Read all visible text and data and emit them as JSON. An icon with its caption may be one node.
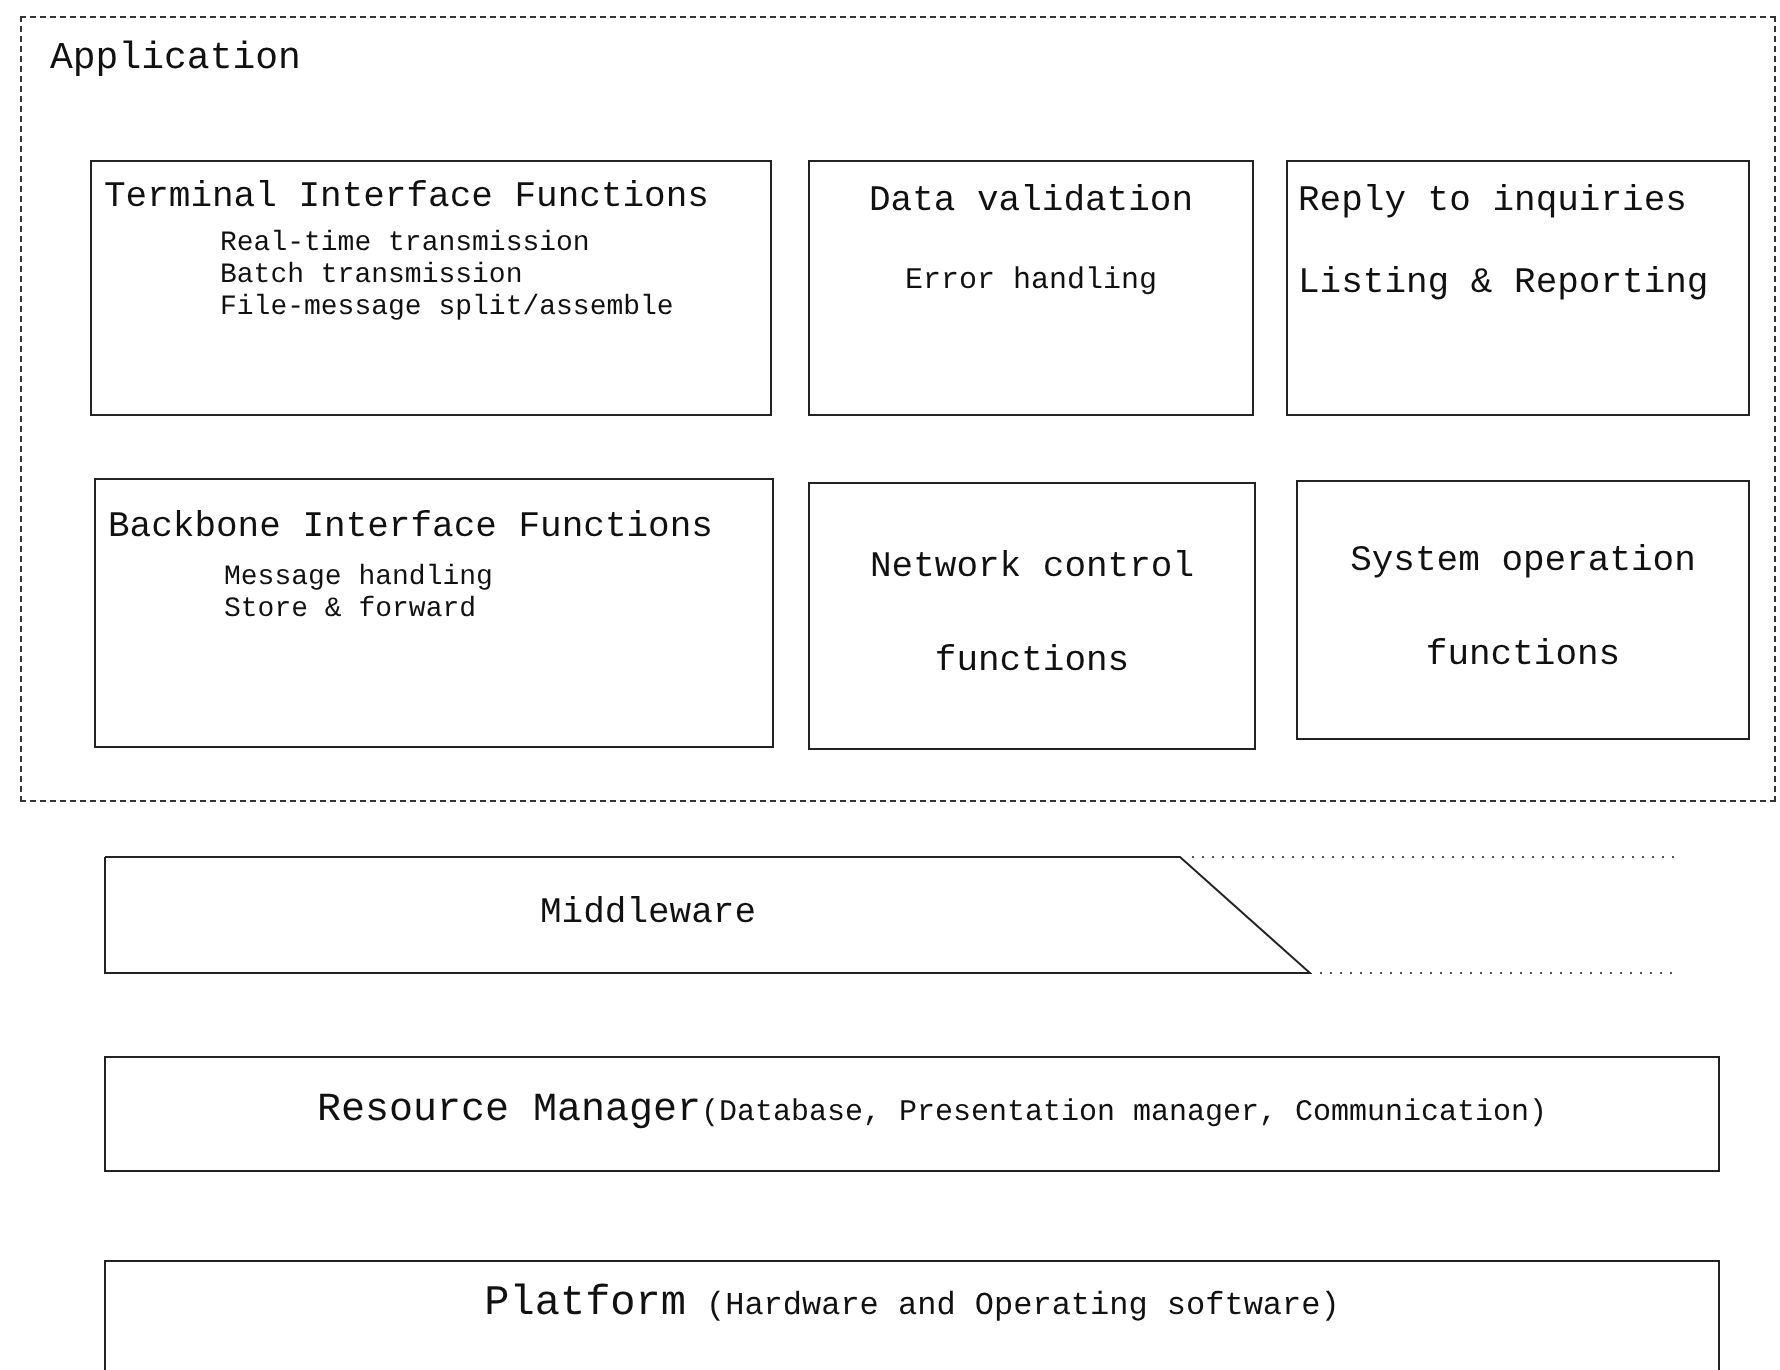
{
  "diagram": {
    "nodes": [
      {
        "text": [
          "Application"
        ]
      },
      {
        "text": [
          "Terminal Interface Functions",
          "Real-time transmission",
          "Batch transmission",
          "File-message split/assemble"
        ],
        "in": 0
      },
      {
        "text": [
          "Data validation",
          "Error handling"
        ],
        "in": 0
      },
      {
        "text": [
          "Reply to inquiries",
          "Listing & Reporting"
        ],
        "in": 0
      },
      {
        "text": [
          "Backbone Interface Functions",
          "Message handling",
          "Store & forward"
        ],
        "in": 0
      },
      {
        "text": [
          "Network control functions"
        ],
        "in": 0
      },
      {
        "text": [
          "System operation functions"
        ],
        "in": 0
      },
      {
        "text": [
          "Middleware"
        ]
      },
      {
        "text": [
          "Resource Manager",
          "(Database, Presentation manager, Communication)"
        ]
      },
      {
        "text": [
          "Platform",
          "(Hardware and Operating software)"
        ]
      }
    ]
  }
}
